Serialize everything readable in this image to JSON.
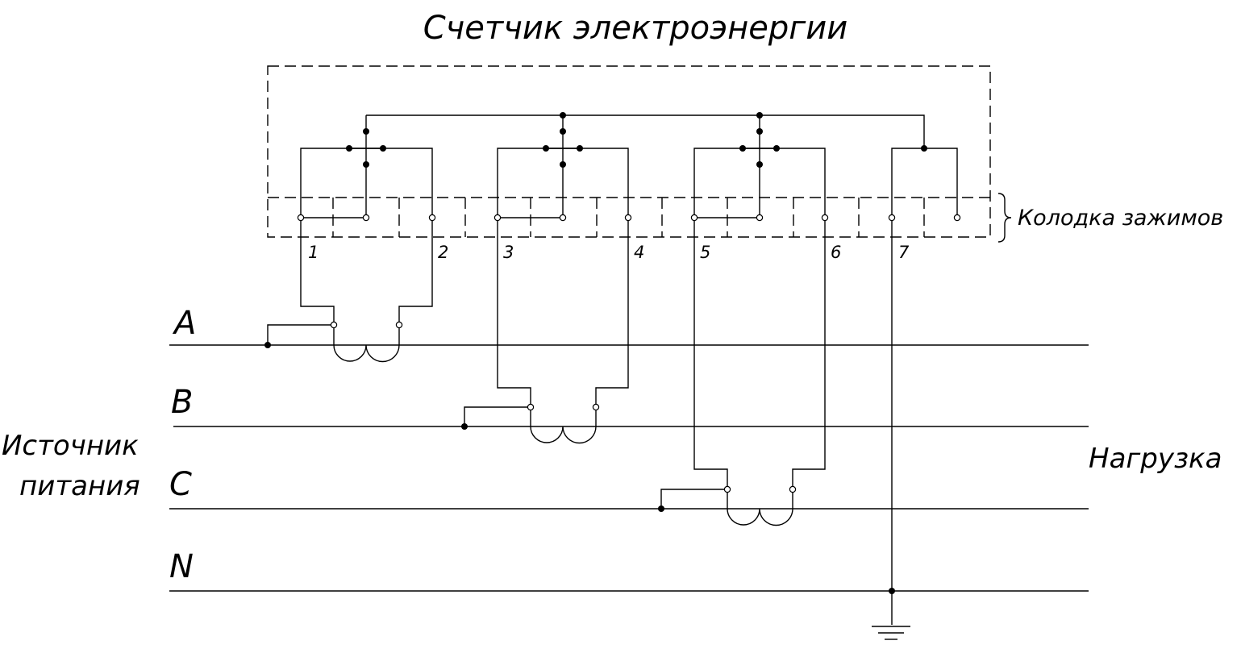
{
  "title": "Счетчик электроэнергии",
  "terminal_block_label": "Колодка зажимов",
  "terminal_numbers": [
    "1",
    "2",
    "3",
    "4",
    "5",
    "6",
    "7"
  ],
  "phases": [
    "A",
    "B",
    "C",
    "N"
  ],
  "source_label_line1": "Источник",
  "source_label_line2": "питания",
  "load_label": "Нагрузка"
}
